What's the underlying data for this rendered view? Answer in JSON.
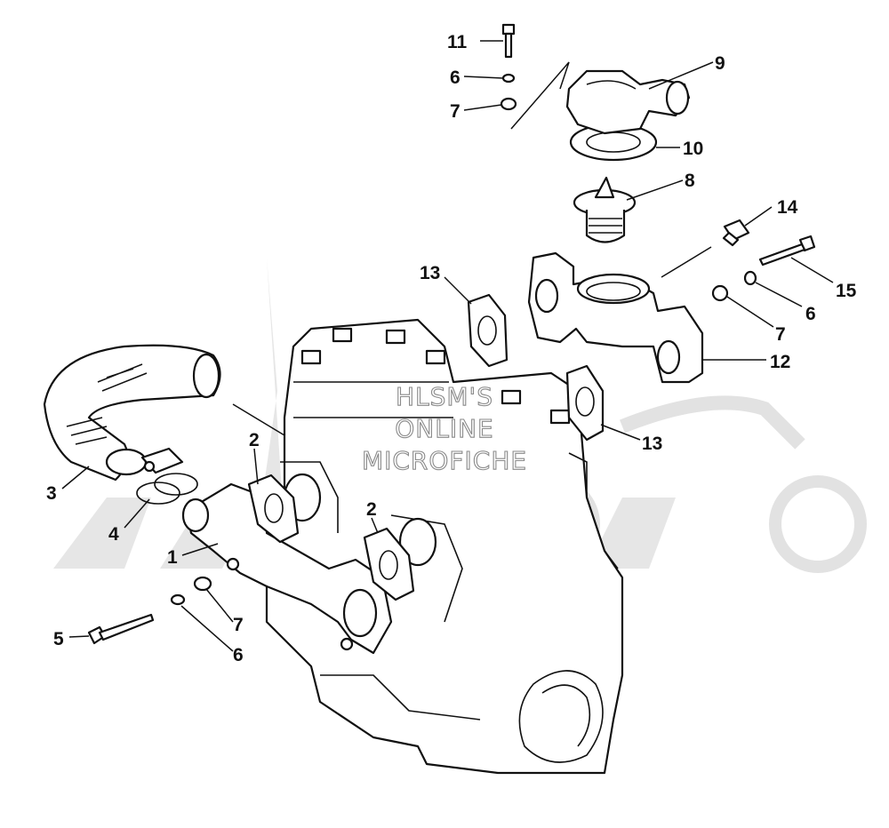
{
  "watermark": {
    "lines": [
      "HLSM'S",
      "ONLINE",
      "MICROFICHE"
    ]
  },
  "callouts": [
    {
      "id": "c11",
      "label": "11"
    },
    {
      "id": "c6a",
      "label": "6"
    },
    {
      "id": "c7a",
      "label": "7"
    },
    {
      "id": "c9",
      "label": "9"
    },
    {
      "id": "c10",
      "label": "10"
    },
    {
      "id": "c8",
      "label": "8"
    },
    {
      "id": "c14",
      "label": "14"
    },
    {
      "id": "c15",
      "label": "15"
    },
    {
      "id": "c6b",
      "label": "6"
    },
    {
      "id": "c7b",
      "label": "7"
    },
    {
      "id": "c12",
      "label": "12"
    },
    {
      "id": "c13a",
      "label": "13"
    },
    {
      "id": "c13b",
      "label": "13"
    },
    {
      "id": "c2a",
      "label": "2"
    },
    {
      "id": "c2b",
      "label": "2"
    },
    {
      "id": "c3",
      "label": "3"
    },
    {
      "id": "c4",
      "label": "4"
    },
    {
      "id": "c1",
      "label": "1"
    },
    {
      "id": "c5",
      "label": "5"
    },
    {
      "id": "c7c",
      "label": "7"
    },
    {
      "id": "c6c",
      "label": "6"
    }
  ]
}
